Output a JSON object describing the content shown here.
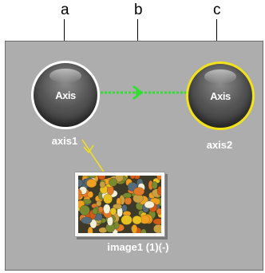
{
  "callouts": [
    {
      "label": "a"
    },
    {
      "label": "b"
    },
    {
      "label": "c"
    }
  ],
  "nodes": {
    "axis1": {
      "label": "Axis",
      "name": "axis1",
      "ring": "#ffffff"
    },
    "axis2": {
      "label": "Axis",
      "name": "axis2",
      "ring": "#f2e21a"
    }
  },
  "image_node": {
    "name": "image1 (1)(-)"
  },
  "colors": {
    "canvas_bg": "#adadad",
    "link_dashed": "#33dd33",
    "link_solid": "#f2e21a",
    "callout_line": "#000000"
  },
  "icons": {
    "node_shape": "sphere-node-icon",
    "image_preview": "fruit-pile-thumbnail",
    "link_arrow": "chevron-right-arrow-icon"
  }
}
